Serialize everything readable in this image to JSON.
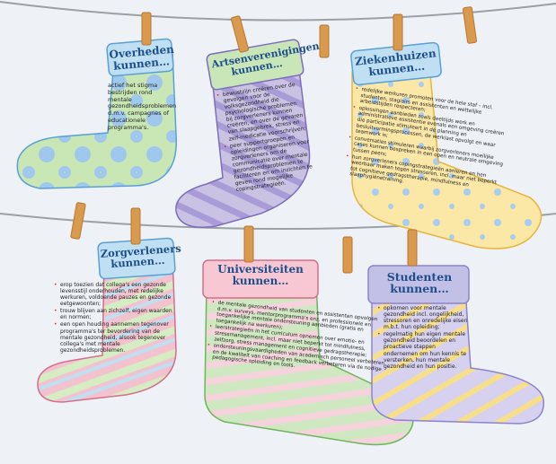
{
  "socks": [
    {
      "id": "overheden",
      "title_1": "Overheden",
      "title_2": "kunnen…",
      "items": [
        "actief het stigma bestrijden rond mentale gezondheidsproblemen d.m.v. campagnes of educationele programma's."
      ],
      "colors": {
        "body": "#c9e7b4",
        "cuff": "#bfe0f3",
        "accent": "#9fc8ec"
      }
    },
    {
      "id": "artsenverenigingen",
      "title_1": "Artsenverenigingen",
      "title_2": "kunnen…",
      "items": [
        "bewustzijn creëren over de gevolgen voor de volksgezondheid die psychologische problemen bij zorgverleners kunnen creëren, en over de gevaren van slaapgebrek, stress en zelf-medicatie voorschrijven;",
        "peer supportgroepen en opleidingen organiseren voor zorgverleners om de communicatie over mentale gezondheidsproblemen te faciliteren en om inzichten te geven rond mogelijke copingstrategieën."
      ],
      "colors": {
        "body": "#c9c2e3",
        "cuff": "#c8e6b8",
        "accent": "#9d8dd0"
      }
    },
    {
      "id": "ziekenhuizen",
      "title_1": "Ziekenhuizen",
      "title_2": "kunnen…",
      "items": [
        "redelijke werkuren promoten voor de hele staf – incl. studenten, stagiairs en assistenten en wettelijke arbeidstijden respecteren;",
        "oplossingen aanbieden zoals deeltijds werk en administratieve assistentie evenals een omgeving creëren die participatie stimuleert in de planning en besluitvormingsprocessen, de werklast opvolgt en waar teamwork is;",
        "conversaties stimuleren waarbij zorgverleners moeilijke cases kunnen bespreken in een open en neutrale omgeving tussen peers;",
        "hun zorgverleners copingstrategieën aanleren en hen weerbaar maken tegen stressoren, incl. maar niet beperkt tot cognitieve gedragstherapie, mindfulness en slaaphygiënetraining."
      ],
      "colors": {
        "body": "#fbe7a6",
        "cuff": "#bfe0f3",
        "accent": "#9fc8ec"
      }
    },
    {
      "id": "zorgverleners",
      "title_1": "Zorgverleners",
      "title_2": "kunnen…",
      "items": [
        "erop toezien dat collega's een gezonde levensstijl onderhouden, met redelijke werkuren, voldoende pauzes en gezonde eetgewoonten;",
        "trouw blijven aan zichzelf, eigen waarden en normen;",
        "een open houding aannemen tegenover programma's ter bevordering van de mentale gezondheid, alsook tegenover collega's met mentale gezondheidsproblemen."
      ],
      "colors": {
        "body": "#f3c2cf",
        "cuff": "#bfe0f3",
        "accent": "#d6ecc3"
      }
    },
    {
      "id": "universiteiten",
      "title_1": "Universiteiten",
      "title_2": "kunnen…",
      "items": [
        "de mentale gezondheid van studenten en assistenten opvolgen d.m.v. surveys, mentorprogramma's enz. en professionele en toegankelijke mentale ondersteuning aanbieden (gratis en toegankelijk na werkuren);",
        "leerstrategieën in het curriculum opnemen over emotie- en stressmanagement, incl. maar niet beperkt tot mindfulness, zelfzorg, stress management en cognitieve gedragstherapie;",
        "ondersteuningsvaardigheden van academisch personeel verbeteren en de kwaliteit van coaching en feedback verbeteren via de nodige pedagogische opleiding en tools."
      ],
      "colors": {
        "body": "#cfe8c1",
        "cuff": "#f7c8d4",
        "accent": "#b9dda7"
      }
    },
    {
      "id": "studenten",
      "title_1": "Studenten",
      "title_2": "kunnen…",
      "items": [
        "opkomen voor mentale gezondheid incl. ongelijkheid, stressoren en onredelijke eisen m.b.t. hun opleiding;",
        "regelmatig hun eigen mentale gezondheid beoordelen en proactieve stappen ondernemen om hun kennis te versterken, hun mentale gezondheid en hun positie."
      ],
      "colors": {
        "body": "#d6d1ef",
        "cuff": "#c2c0e7",
        "accent": "#f7df8a"
      }
    }
  ],
  "decor": {
    "line_color": "#9aa0a6",
    "peg_color": "#d99a4e",
    "peg_shade": "#b87733",
    "bullet_color": "#e2261d",
    "title_color": "#1f4e8a"
  }
}
